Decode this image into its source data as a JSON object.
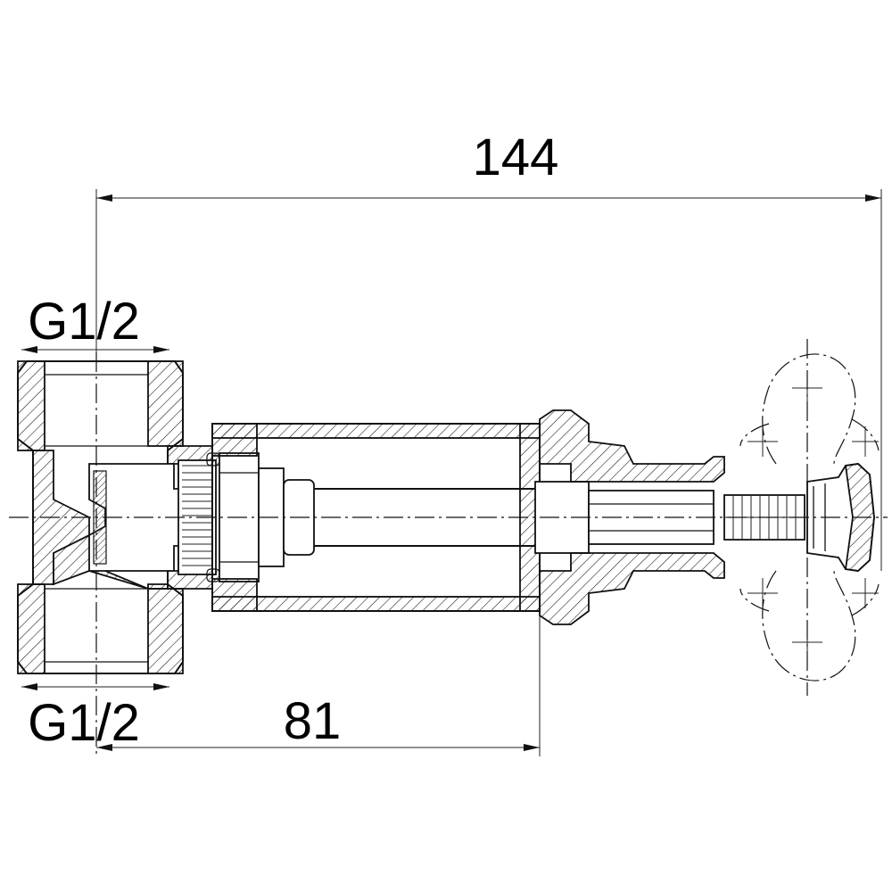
{
  "drawing": {
    "dimensions": {
      "overall_length": "144",
      "mount_depth": "81",
      "thread_top": "G1/2",
      "thread_bottom": "G1/2"
    }
  },
  "colors": {
    "line": "#111111",
    "background": "#ffffff"
  }
}
